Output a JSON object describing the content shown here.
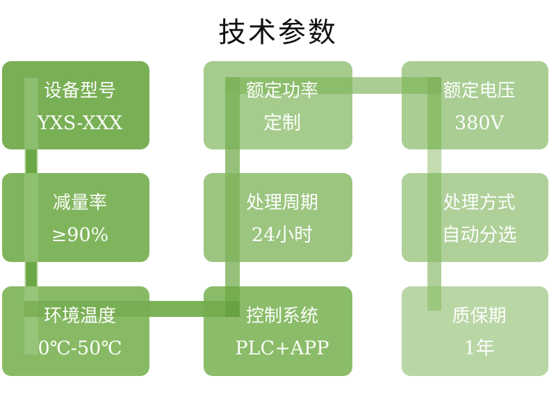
{
  "slide": {
    "title": "技术参数",
    "background_color": "#ffffff",
    "title_color": "#111111"
  },
  "accent": {
    "pipe_base_color": "#6CA746",
    "pipe_light_color": "#C2DBAF"
  },
  "cards": [
    {
      "label": "设备型号",
      "value": "YXS-XXX",
      "color": "#79AF55"
    },
    {
      "label": "额定功率",
      "value": "定制",
      "color": "#A5CB8D"
    },
    {
      "label": "额定电压",
      "value": "380V",
      "color": "#A9CD92"
    },
    {
      "label": "减量率",
      "value": "≥90%",
      "color": "#80B55D"
    },
    {
      "label": "处理周期",
      "value": "24小时",
      "color": "#9CC580"
    },
    {
      "label": "处理方式",
      "value": "自动分选",
      "color": "#AFD099"
    },
    {
      "label": "环境温度",
      "value": "0℃-50℃",
      "color": "#88BA66"
    },
    {
      "label": "控制系统",
      "value": "PLC+APP",
      "color": "#8BBC69"
    },
    {
      "label": "质保期",
      "value": "1年",
      "color": "#B9D6A5"
    }
  ]
}
